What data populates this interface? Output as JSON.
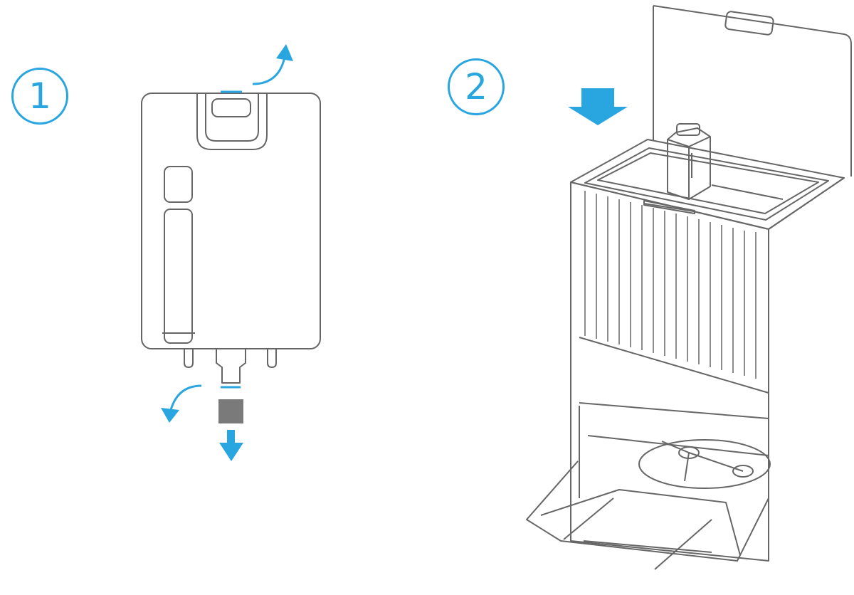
{
  "steps": [
    {
      "number": "1"
    },
    {
      "number": "2"
    }
  ],
  "colors": {
    "accent": "#29a6df",
    "line": "#666666",
    "filter": "#7a7a7a"
  },
  "icons": {
    "step1": [
      "tank-outline",
      "lid-open-arrow-icon",
      "cap-rotate-arrow-icon",
      "filter-block",
      "arrow-down-icon"
    ],
    "step2": [
      "arrow-down-icon",
      "base-station",
      "tank-insert"
    ]
  }
}
